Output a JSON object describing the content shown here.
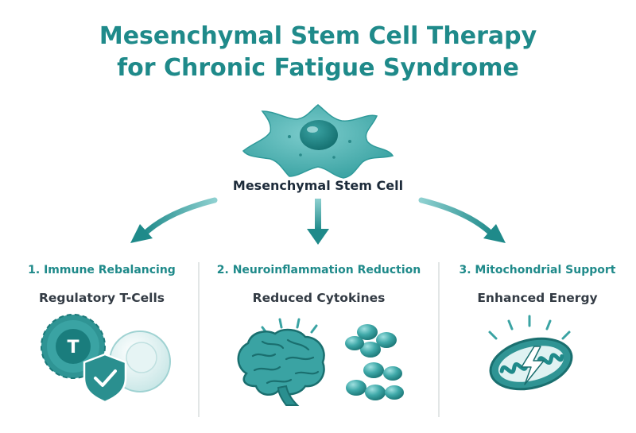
{
  "title": {
    "line1": "Mesenchymal Stem Cell Therapy",
    "line2": "for Chronic Fatigue Syndrome"
  },
  "center": {
    "label": "Mesenchymal Stem Cell",
    "icon": "stem-cell-icon"
  },
  "columns": [
    {
      "heading": "1. Immune Rebalancing",
      "subtitle": "Regulatory T-Cells",
      "icon": "t-cell-shield-icon",
      "cell_letter": "T"
    },
    {
      "heading": "2. Neuroinflammation Reduction",
      "subtitle": "Reduced Cytokines",
      "icon": "brain-cytokines-icon"
    },
    {
      "heading": "3. Mitochondrial Support",
      "subtitle": "Enhanced Energy",
      "icon": "mitochondrion-lightning-icon"
    }
  ],
  "colors": {
    "primary": "#1f8a8a",
    "light": "#5fbcbc",
    "dark_text": "#1d2b3a",
    "divider": "#d9dede"
  }
}
